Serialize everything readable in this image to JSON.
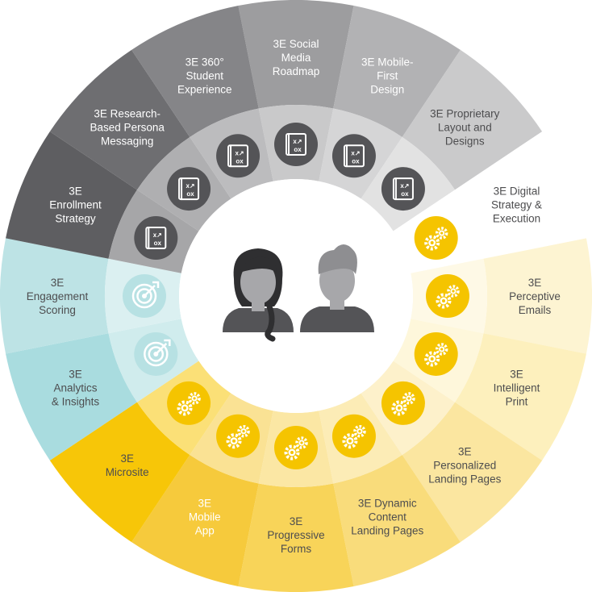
{
  "segments": [
    {
      "lines": [
        "3E Social",
        "Media",
        "Roadmap"
      ],
      "color": "#9d9d9f",
      "text_color": "#ffffff",
      "icon": "strategy-icon"
    },
    {
      "lines": [
        "3E Mobile-",
        "First",
        "Design"
      ],
      "color": "#b2b2b4",
      "text_color": "#ffffff",
      "icon": "strategy-icon"
    },
    {
      "lines": [
        "3E Proprietary",
        "Layout and",
        "Designs"
      ],
      "color": "#cacacb",
      "text_color": "#4d4d4f",
      "icon": "strategy-icon"
    },
    {
      "lines": [
        "3E Digital",
        "Strategy &",
        "Execution"
      ],
      "color": "#ffffff",
      "text_color": "#4d4d4f",
      "icon": "gears-icon"
    },
    {
      "lines": [
        "3E",
        "Perceptive",
        "Emails"
      ],
      "color": "#fdf4d2",
      "text_color": "#4d4d4f",
      "icon": "gears-icon"
    },
    {
      "lines": [
        "3E",
        "Intelligent",
        "Print"
      ],
      "color": "#fdf0bd",
      "text_color": "#4d4d4f",
      "icon": "gears-icon"
    },
    {
      "lines": [
        "3E",
        "Personalized",
        "Landing Pages"
      ],
      "color": "#fbe6a0",
      "text_color": "#4d4d4f",
      "icon": "gears-icon"
    },
    {
      "lines": [
        "3E Dynamic",
        "Content",
        "Landing Pages"
      ],
      "color": "#f9dc7b",
      "text_color": "#4d4d4f",
      "icon": "gears-icon"
    },
    {
      "lines": [
        "3E",
        "Progressive",
        "Forms"
      ],
      "color": "#f8d459",
      "text_color": "#4d4d4f",
      "icon": "gears-icon"
    },
    {
      "lines": [
        "3E",
        "Mobile",
        "App"
      ],
      "color": "#f6ca3c",
      "text_color": "#ffffff",
      "icon": "gears-icon"
    },
    {
      "lines": [
        "3E",
        "Microsite"
      ],
      "color": "#f7c608",
      "text_color": "#4d4d4f",
      "icon": "gears-icon"
    },
    {
      "lines": [
        "3E",
        "Analytics",
        "& Insights"
      ],
      "color": "#a9dcdf",
      "text_color": "#4d4d4f",
      "icon": "target-icon"
    },
    {
      "lines": [
        "3E",
        "Engagement",
        "Scoring"
      ],
      "color": "#bde3e5",
      "text_color": "#4d4d4f",
      "icon": "target-icon"
    },
    {
      "lines": [
        "3E",
        "Enrollment",
        "Strategy"
      ],
      "color": "#5e5e61",
      "text_color": "#ffffff",
      "icon": "strategy-icon"
    },
    {
      "lines": [
        "3E Research-",
        "Based Persona",
        "Messaging"
      ],
      "color": "#6e6e71",
      "text_color": "#ffffff",
      "icon": "strategy-icon"
    },
    {
      "lines": [
        "3E 360°",
        "Student",
        "Experience"
      ],
      "color": "#858588",
      "text_color": "#ffffff",
      "icon": "strategy-icon"
    }
  ],
  "center": {
    "people": [
      "female-user-icon",
      "male-user-icon"
    ]
  },
  "colors": {
    "dark_icon": "#545457",
    "yellow_icon": "#f5c400",
    "teal_icon": "#b7e1e3"
  }
}
